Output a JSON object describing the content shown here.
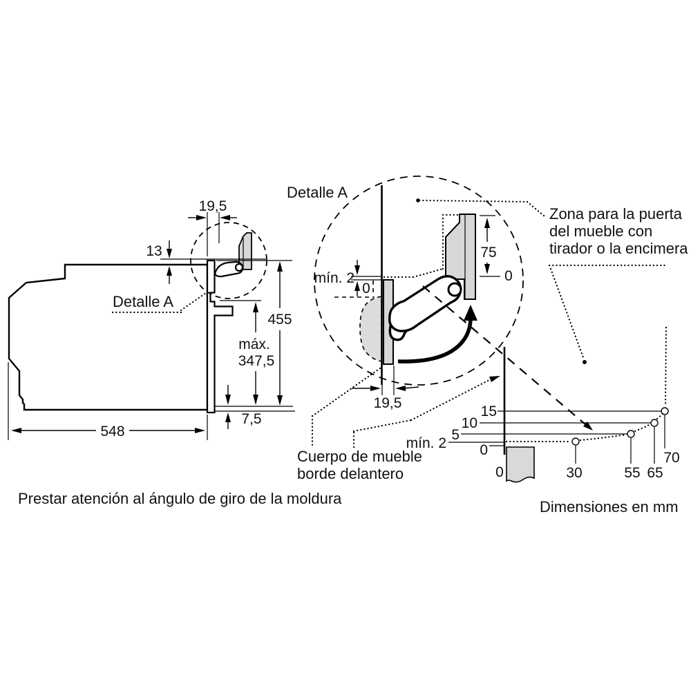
{
  "left_view": {
    "dim_top_gap": "19,5",
    "dim_frame": "13",
    "detail_label": "Detalle A",
    "dim_height": "455",
    "dim_max_label": "máx.",
    "dim_max_value": "347,5",
    "dim_bottom_gap": "7,5",
    "dim_depth": "548"
  },
  "detail_view": {
    "title": "Detalle A",
    "dim_min_gap": "mín. 2",
    "dim_zero_top": "0",
    "dim_door_zone": "75",
    "dim_zero_door": "0",
    "dim_panel_thickness": "19,5"
  },
  "zone_note": {
    "line1": "Zona para la puerta",
    "line2": "del mueble con",
    "line3": "tirador o la encimera"
  },
  "body_note": {
    "line1": "Cuerpo de mueble",
    "line2": "borde delantero"
  },
  "footer_note": "Prestar atención al ángulo de giro de la moldura",
  "units_note": "Dimensiones en mm",
  "graph": {
    "y_labels": [
      "15",
      "10",
      "5",
      "mín. 2",
      "0"
    ],
    "x_labels": [
      "0",
      "30",
      "55",
      "65",
      "70"
    ],
    "curve_points": [
      {
        "depth_mm": 30,
        "height_mm": 2
      },
      {
        "depth_mm": 55,
        "height_mm": 5
      },
      {
        "depth_mm": 65,
        "height_mm": 10
      },
      {
        "depth_mm": 70,
        "height_mm": 15
      }
    ]
  }
}
